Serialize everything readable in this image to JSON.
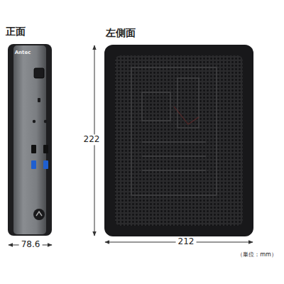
{
  "diagram": {
    "labels": [
      "正面",
      "左側面",
      "Antec",
      "222",
      "78.6",
      "212",
      "（単位：mm）"
    ]
  }
}
